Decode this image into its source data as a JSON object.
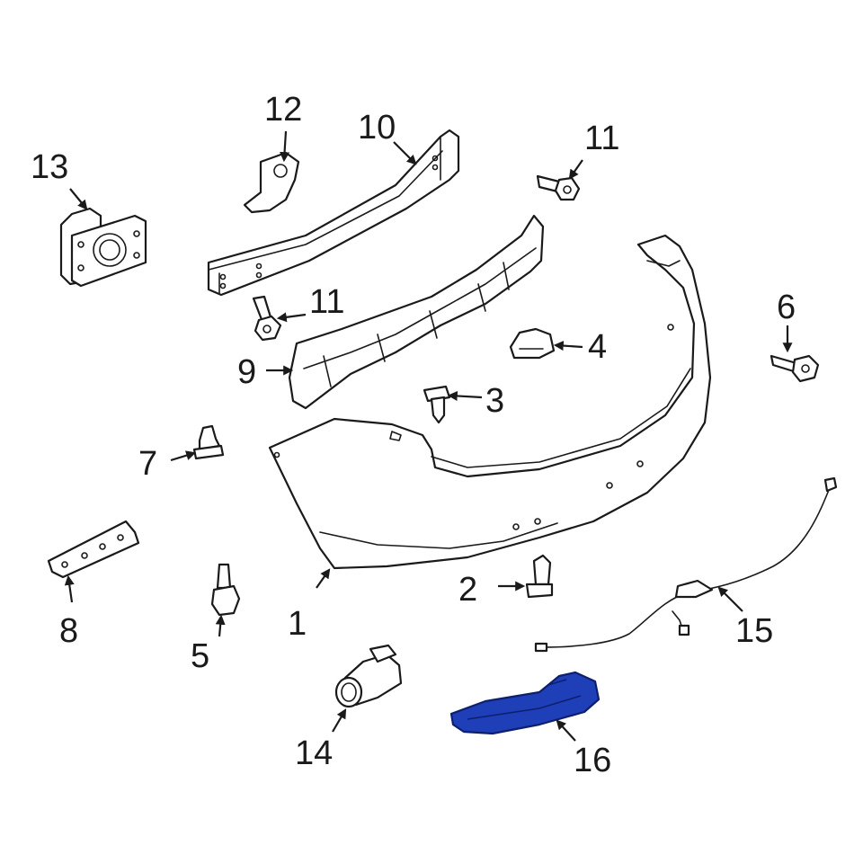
{
  "diagram": {
    "callouts": {
      "c1": "1",
      "c2": "2",
      "c3": "3",
      "c4": "4",
      "c5": "5",
      "c6": "6",
      "c7": "7",
      "c8": "8",
      "c9": "9",
      "c10": "10",
      "c11a": "11",
      "c11b": "11",
      "c12": "12",
      "c13": "13",
      "c14": "14",
      "c15": "15",
      "c16": "16"
    },
    "highlight_color": "#1f3fb8",
    "highlighted_part": "16"
  }
}
